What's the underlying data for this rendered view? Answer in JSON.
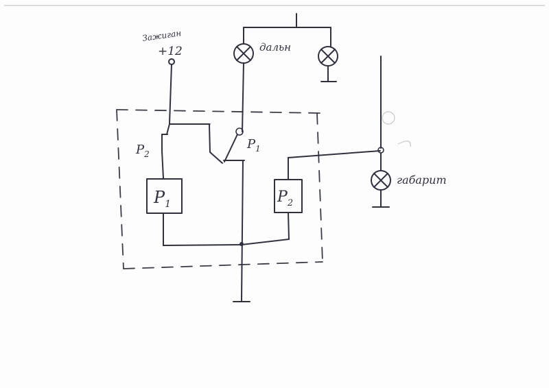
{
  "labels": {
    "ignition": "Зажиган",
    "voltage": "+12",
    "high_beam": "дальн",
    "parking": "габарит",
    "relay_contact_1": "P1",
    "relay_contact_2": "P2",
    "relay_coil_1": "P1",
    "relay_coil_2": "P2"
  },
  "colors": {
    "ink": "#2f3140",
    "paper": "#fdfdfd"
  }
}
